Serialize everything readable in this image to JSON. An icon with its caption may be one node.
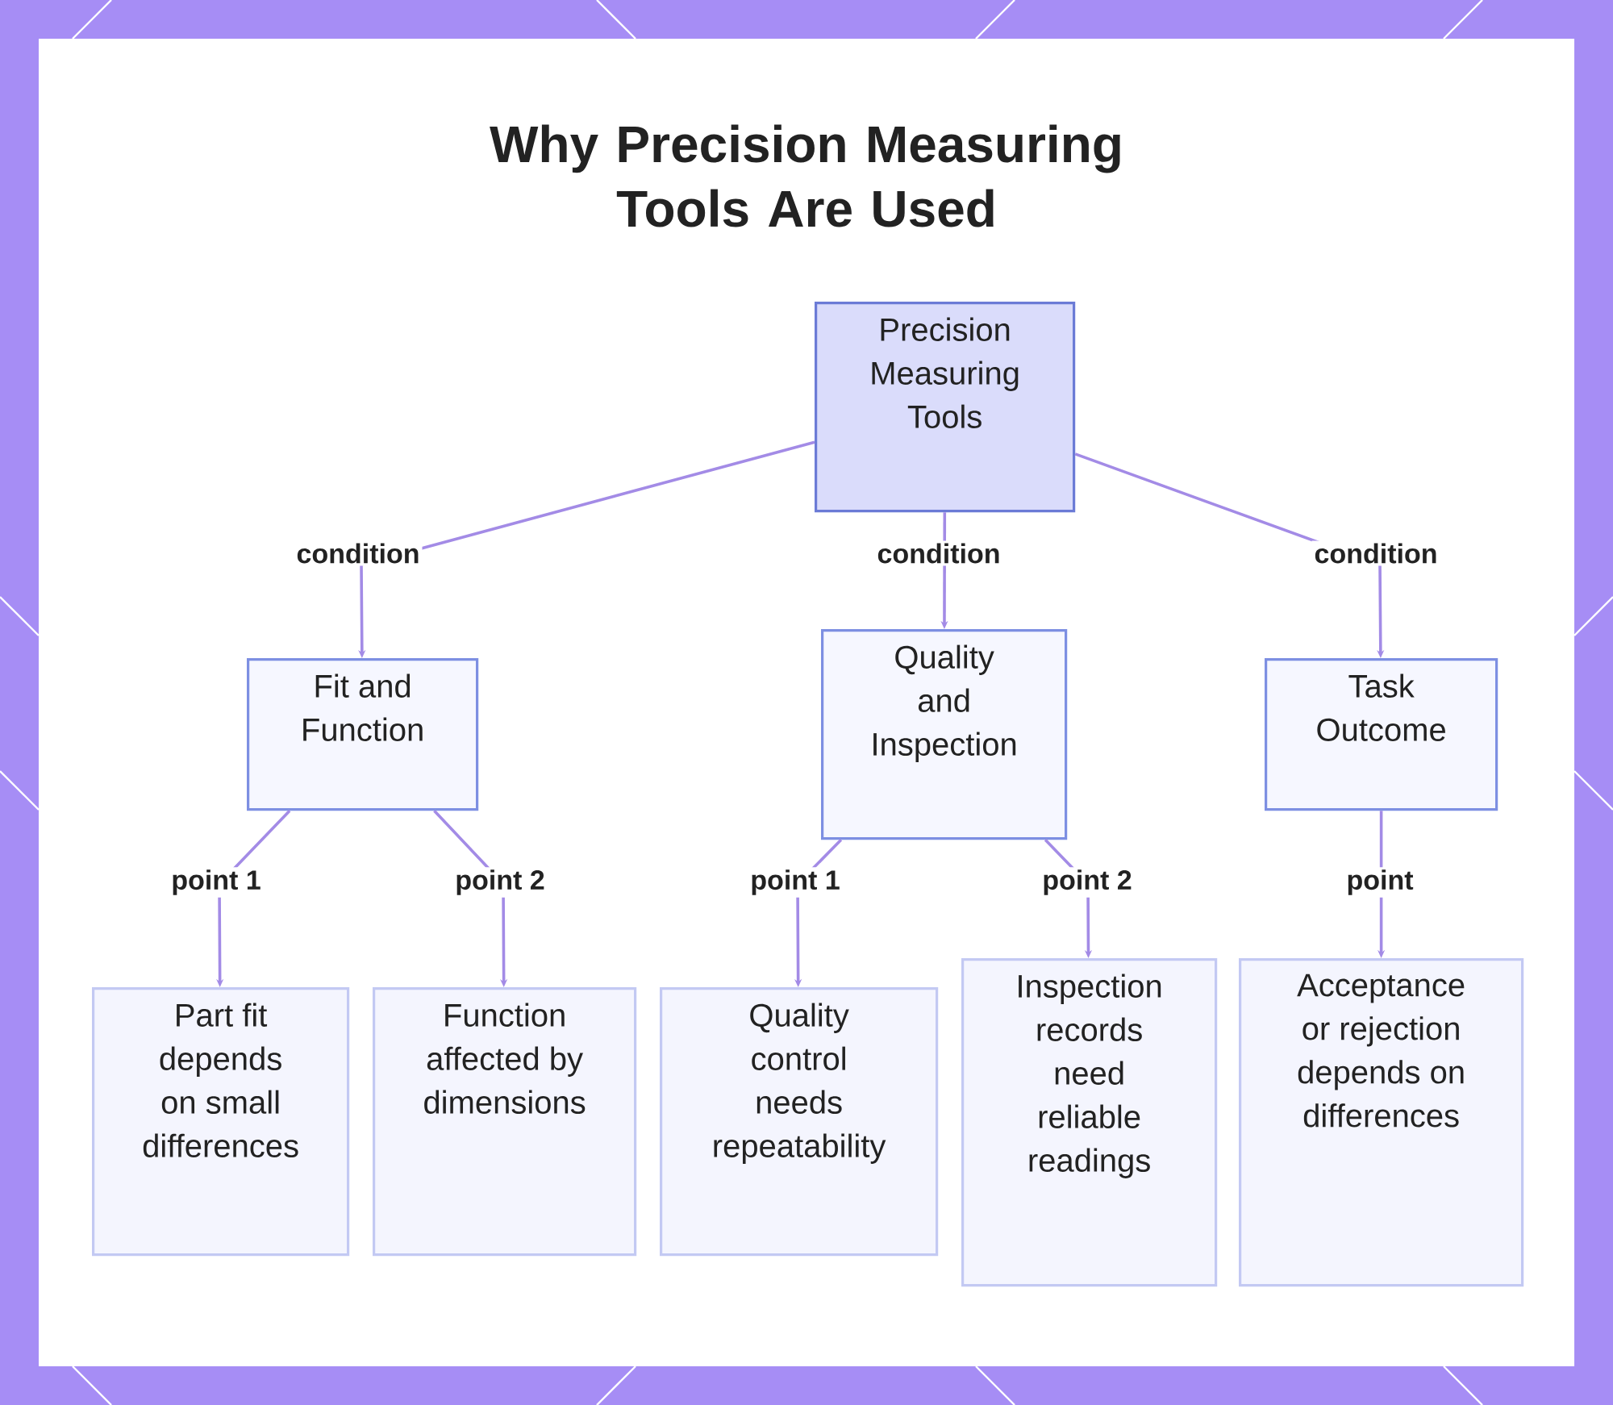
{
  "diagram": {
    "title": "Why Precision Measuring Tools Are Used",
    "nodes": [
      {
        "text": [
          "Precision Measuring Tools"
        ]
      },
      {
        "text": [
          "Fit and Function"
        ]
      },
      {
        "text": [
          "Quality and Inspection"
        ]
      },
      {
        "text": [
          "Task Outcome"
        ]
      },
      {
        "text": [
          "Part fit depends on small differences"
        ]
      },
      {
        "text": [
          "Function affected by dimensions"
        ]
      },
      {
        "text": [
          "Quality control needs repeatability"
        ]
      },
      {
        "text": [
          "Inspection records need reliable readings"
        ]
      },
      {
        "text": [
          "Acceptance or rejection depends on differences"
        ]
      }
    ],
    "edges": [
      {
        "from": 0,
        "to": 1,
        "arrow": "to",
        "label": "condition"
      },
      {
        "from": 0,
        "to": 2,
        "arrow": "to",
        "label": "condition"
      },
      {
        "from": 0,
        "to": 3,
        "arrow": "to",
        "label": "condition"
      },
      {
        "from": 1,
        "to": 4,
        "arrow": "to",
        "label": "point 1"
      },
      {
        "from": 1,
        "to": 5,
        "arrow": "to",
        "label": "point 2"
      },
      {
        "from": 2,
        "to": 6,
        "arrow": "to",
        "label": "point 1"
      },
      {
        "from": 2,
        "to": 7,
        "arrow": "to",
        "label": "point 2"
      },
      {
        "from": 3,
        "to": 8,
        "arrow": "to",
        "label": "point"
      }
    ]
  }
}
